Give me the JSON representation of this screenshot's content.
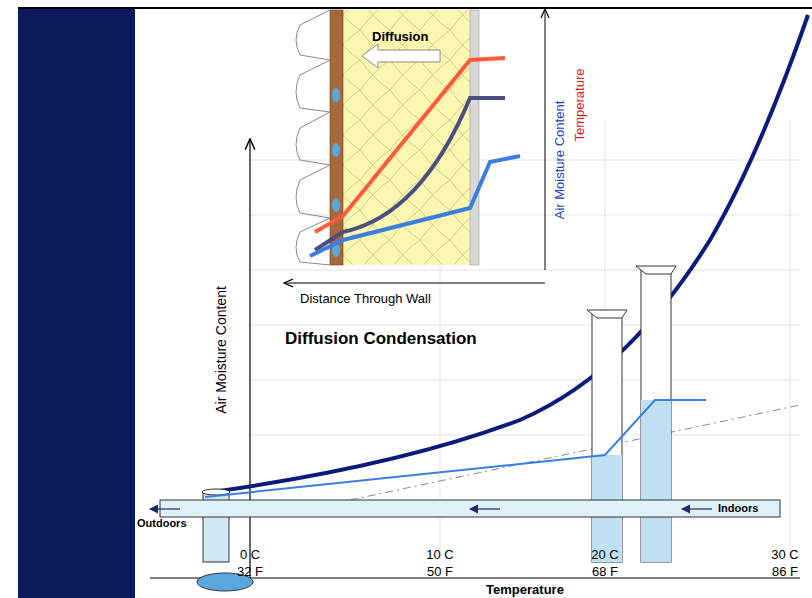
{
  "diagram": {
    "title": "Diffusion Condensation",
    "labels": [
      "Diffusion",
      "Air Moisture Content",
      "Temperature",
      "Distance Through Wall",
      "Air Moisture Content",
      "Outdoors",
      "Indoors",
      "0 C",
      "32 F",
      "10 C",
      "50 F",
      "20 C",
      "68 F",
      "30 C",
      "86 F",
      "Temperature"
    ]
  }
}
